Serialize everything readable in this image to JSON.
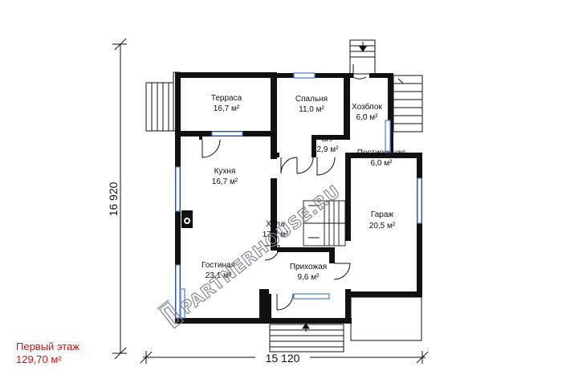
{
  "floor": {
    "title": "Первый этаж",
    "area": "129,70 м²"
  },
  "dimensions": {
    "width": "15 120",
    "height": "16 920"
  },
  "watermark": "PARTNERHOUSE.RU",
  "rooms": [
    {
      "id": "terrace",
      "name": "Терраса",
      "area": "16,7 м²"
    },
    {
      "id": "bedroom",
      "name": "Спальня",
      "area": "11,0 м²"
    },
    {
      "id": "utility",
      "name": "Хозблок",
      "area": "6,0 м²"
    },
    {
      "id": "bathroom",
      "name": "С/У",
      "area": "2,9 м²"
    },
    {
      "id": "laundry",
      "name": "Постирочная",
      "area": "6,0 м²"
    },
    {
      "id": "kitchen",
      "name": "Кухня",
      "area": "16,7 м²"
    },
    {
      "id": "hall",
      "name": "Холл",
      "area": "17,2 м²"
    },
    {
      "id": "garage",
      "name": "Гараж",
      "area": "20,5 м²"
    },
    {
      "id": "living",
      "name": "Гостиная",
      "area": "23,1 м²"
    },
    {
      "id": "entrance",
      "name": "Прихожая",
      "area": "9,6 м²"
    }
  ],
  "colors": {
    "wall": "#111111",
    "window": "#4a7fd6",
    "title": "#d21414",
    "watermark": "#7a8190"
  }
}
